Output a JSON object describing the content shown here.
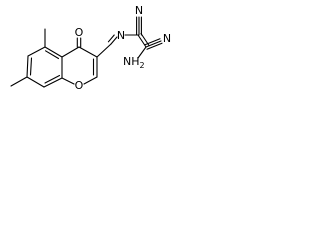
{
  "structure": {
    "atoms": {
      "carbonyl_oxygen": "O",
      "ring_oxygen": "O",
      "imine_nitrogen": "N",
      "nitrile_nitrogen_top": "N",
      "nitrile_nitrogen_right": "N",
      "amino_group": "NH",
      "amino_subscript": "2"
    }
  },
  "colors": {
    "ink": "#000000",
    "background": "#ffffff"
  }
}
